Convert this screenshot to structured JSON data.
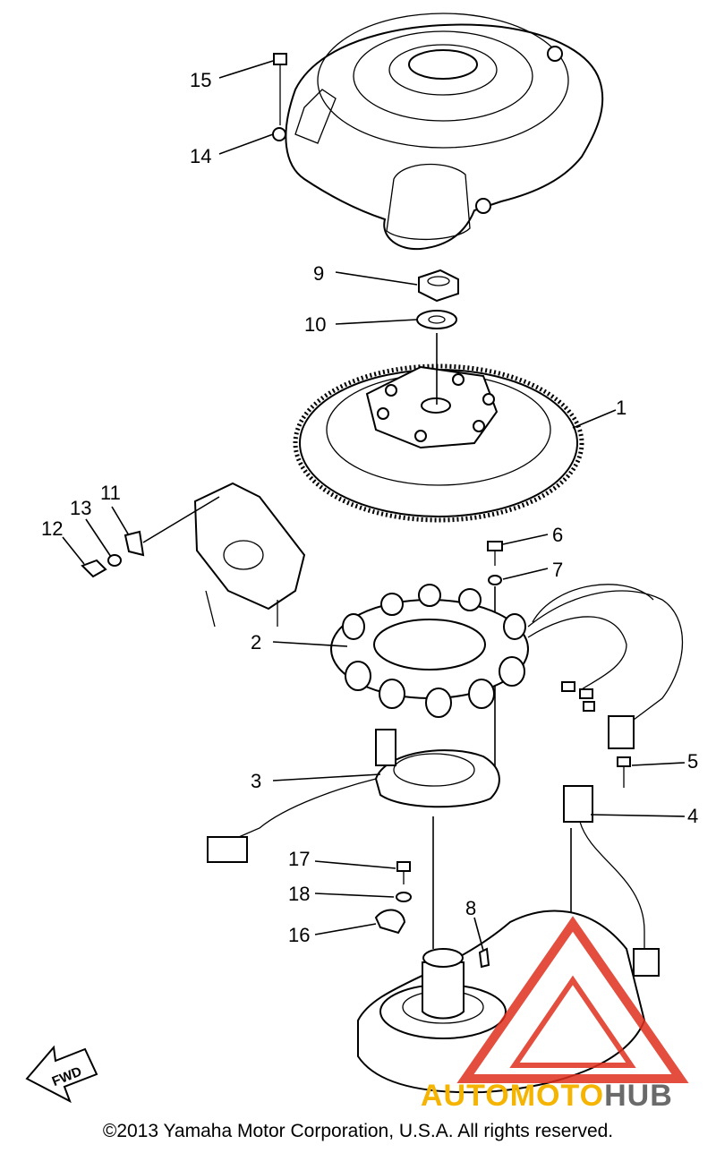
{
  "callouts": [
    {
      "id": "15",
      "label": "15"
    },
    {
      "id": "14",
      "label": "14"
    },
    {
      "id": "9",
      "label": "9"
    },
    {
      "id": "10",
      "label": "10"
    },
    {
      "id": "1",
      "label": "1"
    },
    {
      "id": "11",
      "label": "11"
    },
    {
      "id": "13",
      "label": "13"
    },
    {
      "id": "12",
      "label": "12"
    },
    {
      "id": "6",
      "label": "6"
    },
    {
      "id": "7",
      "label": "7"
    },
    {
      "id": "2",
      "label": "2"
    },
    {
      "id": "3",
      "label": "3"
    },
    {
      "id": "5",
      "label": "5"
    },
    {
      "id": "4",
      "label": "4"
    },
    {
      "id": "17",
      "label": "17"
    },
    {
      "id": "18",
      "label": "18"
    },
    {
      "id": "8",
      "label": "8"
    },
    {
      "id": "16",
      "label": "16"
    }
  ],
  "fwd_label": "FWD",
  "watermark": {
    "auto": "AUTO",
    "moto": "MOTO",
    "hub": "HUB",
    "colors": {
      "red": "#e0301e",
      "yellow": "#f4b400",
      "gray": "#6a6a6a"
    }
  },
  "copyright": "©2013 Yamaha Motor Corporation, U.S.A. All rights reserved."
}
